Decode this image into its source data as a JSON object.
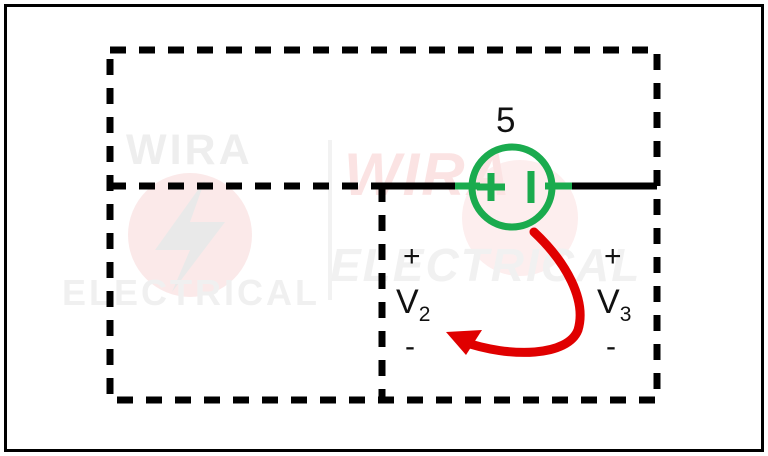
{
  "figure": {
    "kind": "circuit-diagram",
    "background_color": "#ffffff",
    "border_color": "#000000",
    "wire_color": "#000000",
    "source_color": "#1aab4e",
    "arrow_color": "#e00000"
  },
  "source": {
    "value_label": "5",
    "plus_symbol": "+",
    "minus_symbol": "I",
    "type": "voltage-source"
  },
  "branches": {
    "v2": {
      "plus": "+",
      "name": "V",
      "subscript": "2",
      "minus": "-"
    },
    "v3": {
      "plus": "+",
      "name": "V",
      "subscript": "3",
      "minus": "-"
    }
  },
  "watermark": {
    "left_line1": "WIRA",
    "left_line2": "ELECTRICAL",
    "right_line1": "WIRA",
    "right_line2": "ELECTRICAL"
  }
}
